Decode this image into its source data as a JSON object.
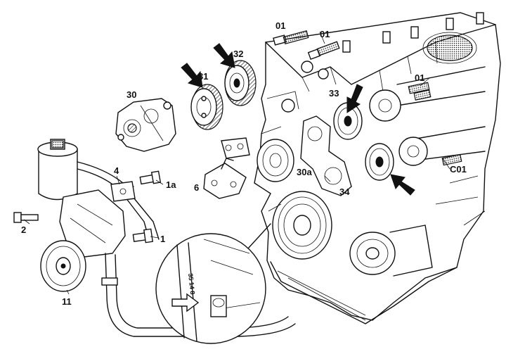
{
  "callouts": [
    {
      "id": "label-01-top",
      "text": "01"
    },
    {
      "id": "label-01-right",
      "text": "01"
    },
    {
      "id": "label-01-cam",
      "text": "01"
    },
    {
      "id": "label-c01",
      "text": "C01"
    },
    {
      "id": "label-30",
      "text": "30"
    },
    {
      "id": "label-31",
      "text": "31"
    },
    {
      "id": "label-32",
      "text": "32"
    },
    {
      "id": "label-33",
      "text": "33"
    },
    {
      "id": "label-30a",
      "text": "30a"
    },
    {
      "id": "label-34",
      "text": "34"
    },
    {
      "id": "label-4",
      "text": "4"
    },
    {
      "id": "label-1a",
      "text": "1a"
    },
    {
      "id": "label-6",
      "text": "6"
    },
    {
      "id": "label-2",
      "text": "2"
    },
    {
      "id": "label-1",
      "text": "1"
    },
    {
      "id": "label-11",
      "text": "11"
    }
  ],
  "detail_stamp": "35 14 8"
}
